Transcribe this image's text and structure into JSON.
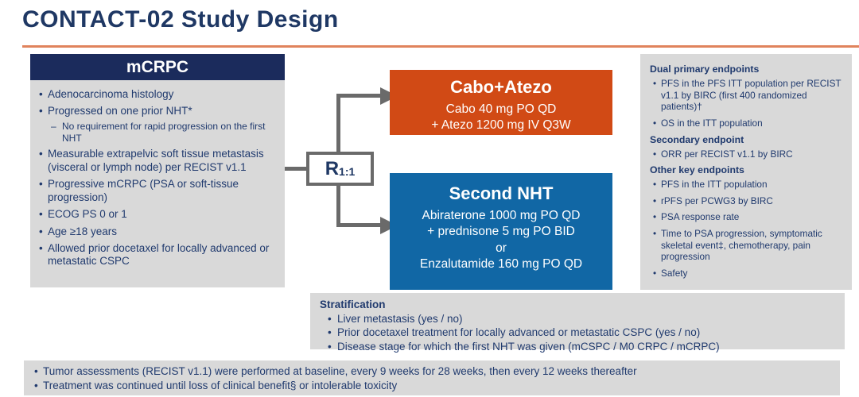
{
  "page": {
    "title": "CONTACT-02 Study Design"
  },
  "colors": {
    "navy_text": "#1F3864",
    "navy_header": "#1B2B5C",
    "orange_arm": "#D14A15",
    "orange_divider": "#E0835C",
    "blue_arm": "#1167A5",
    "panel_gray": "#D9D9D9",
    "connector_gray": "#6A6A6A"
  },
  "eligibility": {
    "header": "mCRPC",
    "items": [
      {
        "text": "Adenocarcinoma histology"
      },
      {
        "text": "Progressed on one prior NHT*",
        "sub": "No requirement  for rapid progression on the first NHT"
      },
      {
        "text": "Measurable extrapelvic soft tissue metastasis (visceral or lymph node) per RECIST v1.1"
      },
      {
        "text": "Progressive mCRPC (PSA or soft-tissue progression)"
      },
      {
        "text": "ECOG PS 0 or 1"
      },
      {
        "text": "Age ≥18 years"
      },
      {
        "text": "Allowed prior docetaxel for locally advanced or metastatic CSPC"
      }
    ]
  },
  "randomization": {
    "label_r": "R",
    "label_ratio": "1:1"
  },
  "arms": {
    "experimental": {
      "title": "Cabo+Atezo",
      "lines": [
        "Cabo 40 mg PO QD",
        "+ Atezo 1200 mg IV Q3W"
      ]
    },
    "control": {
      "title": "Second NHT",
      "lines": [
        "Abiraterone 1000 mg PO QD",
        "+ prednisone 5 mg PO BID",
        "or",
        "Enzalutamide 160 mg PO QD"
      ]
    }
  },
  "endpoints": {
    "sections": [
      {
        "title": "Dual primary endpoints",
        "items": [
          "PFS in the PFS ITT population per RECIST v1.1 by BIRC (first 400 randomized patients)†",
          "OS in the ITT population"
        ]
      },
      {
        "title": "Secondary endpoint",
        "items": [
          "ORR per RECIST v1.1 by BIRC"
        ]
      },
      {
        "title": "Other key endpoints",
        "items": [
          "PFS in the ITT population",
          "rPFS per PCWG3 by BIRC",
          "PSA response rate",
          "Time to PSA progression, symptomatic skeletal event‡, chemotherapy, pain progression",
          "Safety"
        ]
      }
    ]
  },
  "stratification": {
    "title": "Stratification",
    "items": [
      "Liver metastasis (yes / no)",
      "Prior docetaxel treatment for locally advanced or metastatic CSPC (yes / no)",
      "Disease stage for which the first NHT was given (mCSPC / M0 CRPC / mCRPC)"
    ]
  },
  "footnotes": {
    "items": [
      "Tumor assessments (RECIST v1.1) were performed at baseline, every 9 weeks for 28 weeks, then every 12 weeks thereafter",
      "Treatment was continued until loss of clinical benefit§ or intolerable toxicity"
    ]
  }
}
